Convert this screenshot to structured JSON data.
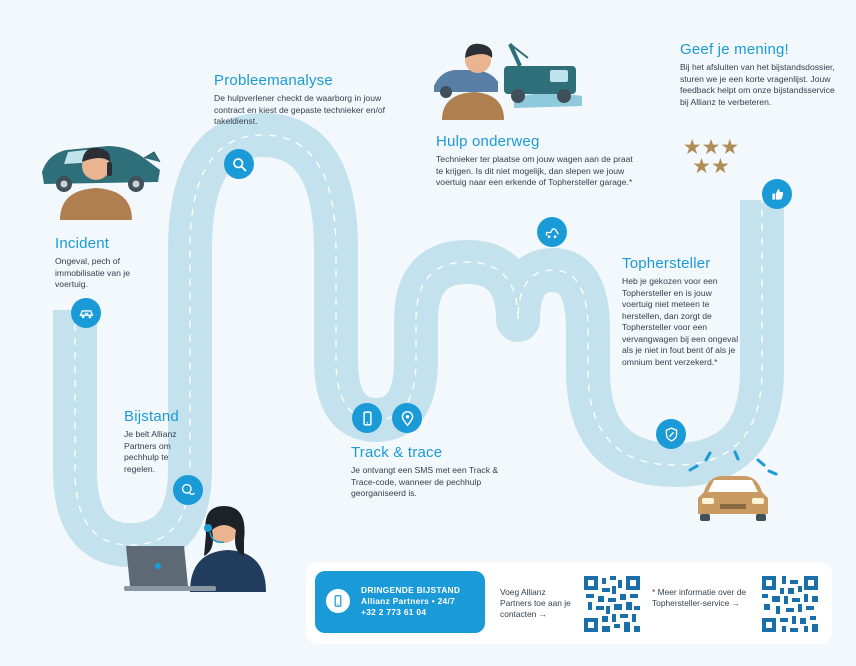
{
  "steps": {
    "incident": {
      "title": "Incident",
      "text": "Ongeval, pech of immobilisatie van je voertuig."
    },
    "bijstand": {
      "title": "Bijstand",
      "text": "Je belt Allianz Partners om pechhulp te regelen."
    },
    "probleemanalyse": {
      "title": "Probleemanalyse",
      "text": "De hulpverlener checkt de waarborg in jouw contract en kiest de gepaste technieker en/of takeldienst."
    },
    "track": {
      "title": "Track & trace",
      "text": "Je ontvangt een SMS met een Track & Trace-code, wanneer de pechhulp georganiseerd is."
    },
    "hulp": {
      "title": "Hulp onderweg",
      "text": "Technieker ter plaatse om jouw wagen aan de praat te krijgen. Is dit niet mogelijk, dan slepen we jouw voertuig naar een erkende of Tophersteller garage.*"
    },
    "tophersteller": {
      "title": "Tophersteller",
      "text": "Heb je gekozen voor een Tophersteller en is jouw voertuig niet meteen te herstellen, dan zorgt de Tophersteller voor een vervangwagen bij een ongeval als je niet in fout bent óf als je omnium bent verzekerd.*"
    },
    "mening": {
      "title": "Geef je mening!",
      "text": "Bij het afsluiten van het bijstandsdossier, sturen we je een korte vragenlijst. Jouw feedback helpt om onze bijstandsservice bij Allianz te verbeteren."
    }
  },
  "stars": {
    "row1": "★★★",
    "row2": "★★"
  },
  "contact": {
    "urgent_title": "DRINGENDE BIJSTAND",
    "urgent_line": "Allianz Partners • 24/7",
    "urgent_phone": "+32 2 773 61 04",
    "add_contacts": "Voeg Allianz Partners toe aan je contacten →",
    "more_info": "* Meer informatie over de Tophersteller-service →"
  },
  "icons": [
    "car-crash-icon",
    "phone-call-icon",
    "search-icon",
    "smartphone-icon",
    "location-pin-icon",
    "tow-truck-icon",
    "wrench-shield-icon",
    "thumbs-up-icon",
    "phone-icon",
    "qr-code-icon"
  ],
  "colors": {
    "accent": "#1a9bd7",
    "road": "#c4e2ee",
    "stars": "#b08d57",
    "text": "#33424f"
  }
}
